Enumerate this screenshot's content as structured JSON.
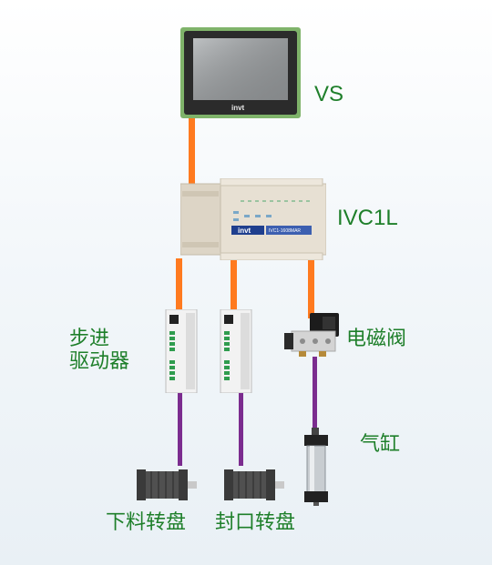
{
  "labels": {
    "hmi": "VS",
    "plc": "IVC1L",
    "driver": "步进\n驱动器",
    "valve": "电磁阀",
    "cylinder": "气缸",
    "motor1": "下料转盘",
    "motor2": "封口转盘"
  },
  "device_text": {
    "hmi_brand": "invt",
    "plc_brand": "invt",
    "plc_model": "IVC1-1608MAR"
  },
  "colors": {
    "label_green": "#1e7f2a",
    "link_orange": "#ff7a1f",
    "link_purple": "#7b2c8f"
  }
}
